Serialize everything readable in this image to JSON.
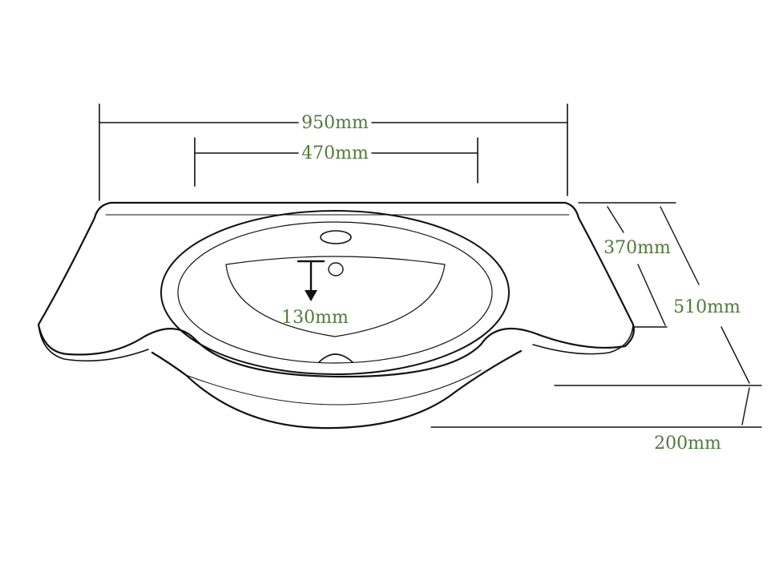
{
  "dimensions": {
    "overall_width": "950mm",
    "bowl_width": "470mm",
    "bowl_depth": "130mm",
    "depth_side": "370mm",
    "depth_total": "510mm",
    "front_projection": "200mm"
  },
  "colors": {
    "label": "#4f7a3a",
    "line": "#111111",
    "background": "#ffffff"
  }
}
